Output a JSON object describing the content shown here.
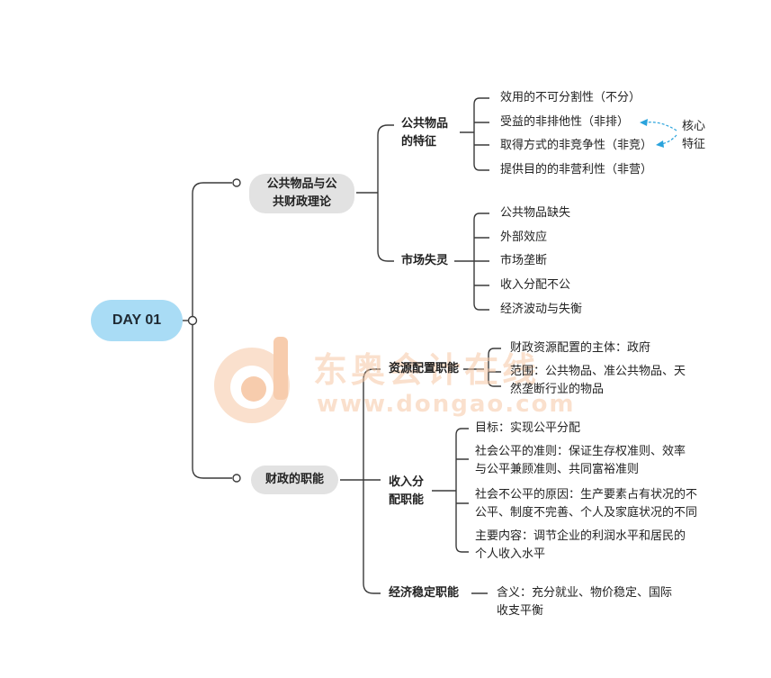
{
  "root": "DAY 01",
  "branch1": {
    "title_line1": "公共物品与公",
    "title_line2": "共财政理论",
    "sub1": {
      "title_line1": "公共物品",
      "title_line2": "的特征",
      "items": [
        "效用的不可分割性（不分）",
        "受益的非排他性（非排）",
        "取得方式的非竞争性（非竞）",
        "提供目的的非营利性（非营）"
      ],
      "note_line1": "核心",
      "note_line2": "特征"
    },
    "sub2": {
      "title": "市场失灵",
      "items": [
        "公共物品缺失",
        "外部效应",
        "市场垄断",
        "收入分配不公",
        "经济波动与失衡"
      ]
    }
  },
  "branch2": {
    "title": "财政的职能",
    "sub1": {
      "title": "资源配置职能",
      "item1": "财政资源配置的主体：政府",
      "item2_line1": "范围：公共物品、准公共物品、天",
      "item2_line2": "然垄断行业的物品"
    },
    "sub2": {
      "title_line1": "收入分",
      "title_line2": "配职能",
      "item1": "目标：实现公平分配",
      "item2_line1": "社会公平的准则：保证生存权准则、效率",
      "item2_line2": "与公平兼顾准则、共同富裕准则",
      "item3_line1": "社会不公平的原因：生产要素占有状况的不",
      "item3_line2": "公平、制度不完善、个人及家庭状况的不同",
      "item4_line1": "主要内容：调节企业的利润水平和居民的",
      "item4_line2": "个人收入水平"
    },
    "sub3": {
      "title": "经济稳定职能",
      "item_line1": "含义：充分就业、物价稳定、国际",
      "item_line2": "收支平衡"
    }
  },
  "watermark": {
    "brand": "东奥会计在线",
    "url": "www.dongao.com"
  },
  "colors": {
    "root_bg": "#a9dcf5",
    "pill_bg": "#e2e2e2",
    "line": "#3a3a3a",
    "arrow": "#2aa3dc",
    "watermark": "#f2a36b"
  }
}
